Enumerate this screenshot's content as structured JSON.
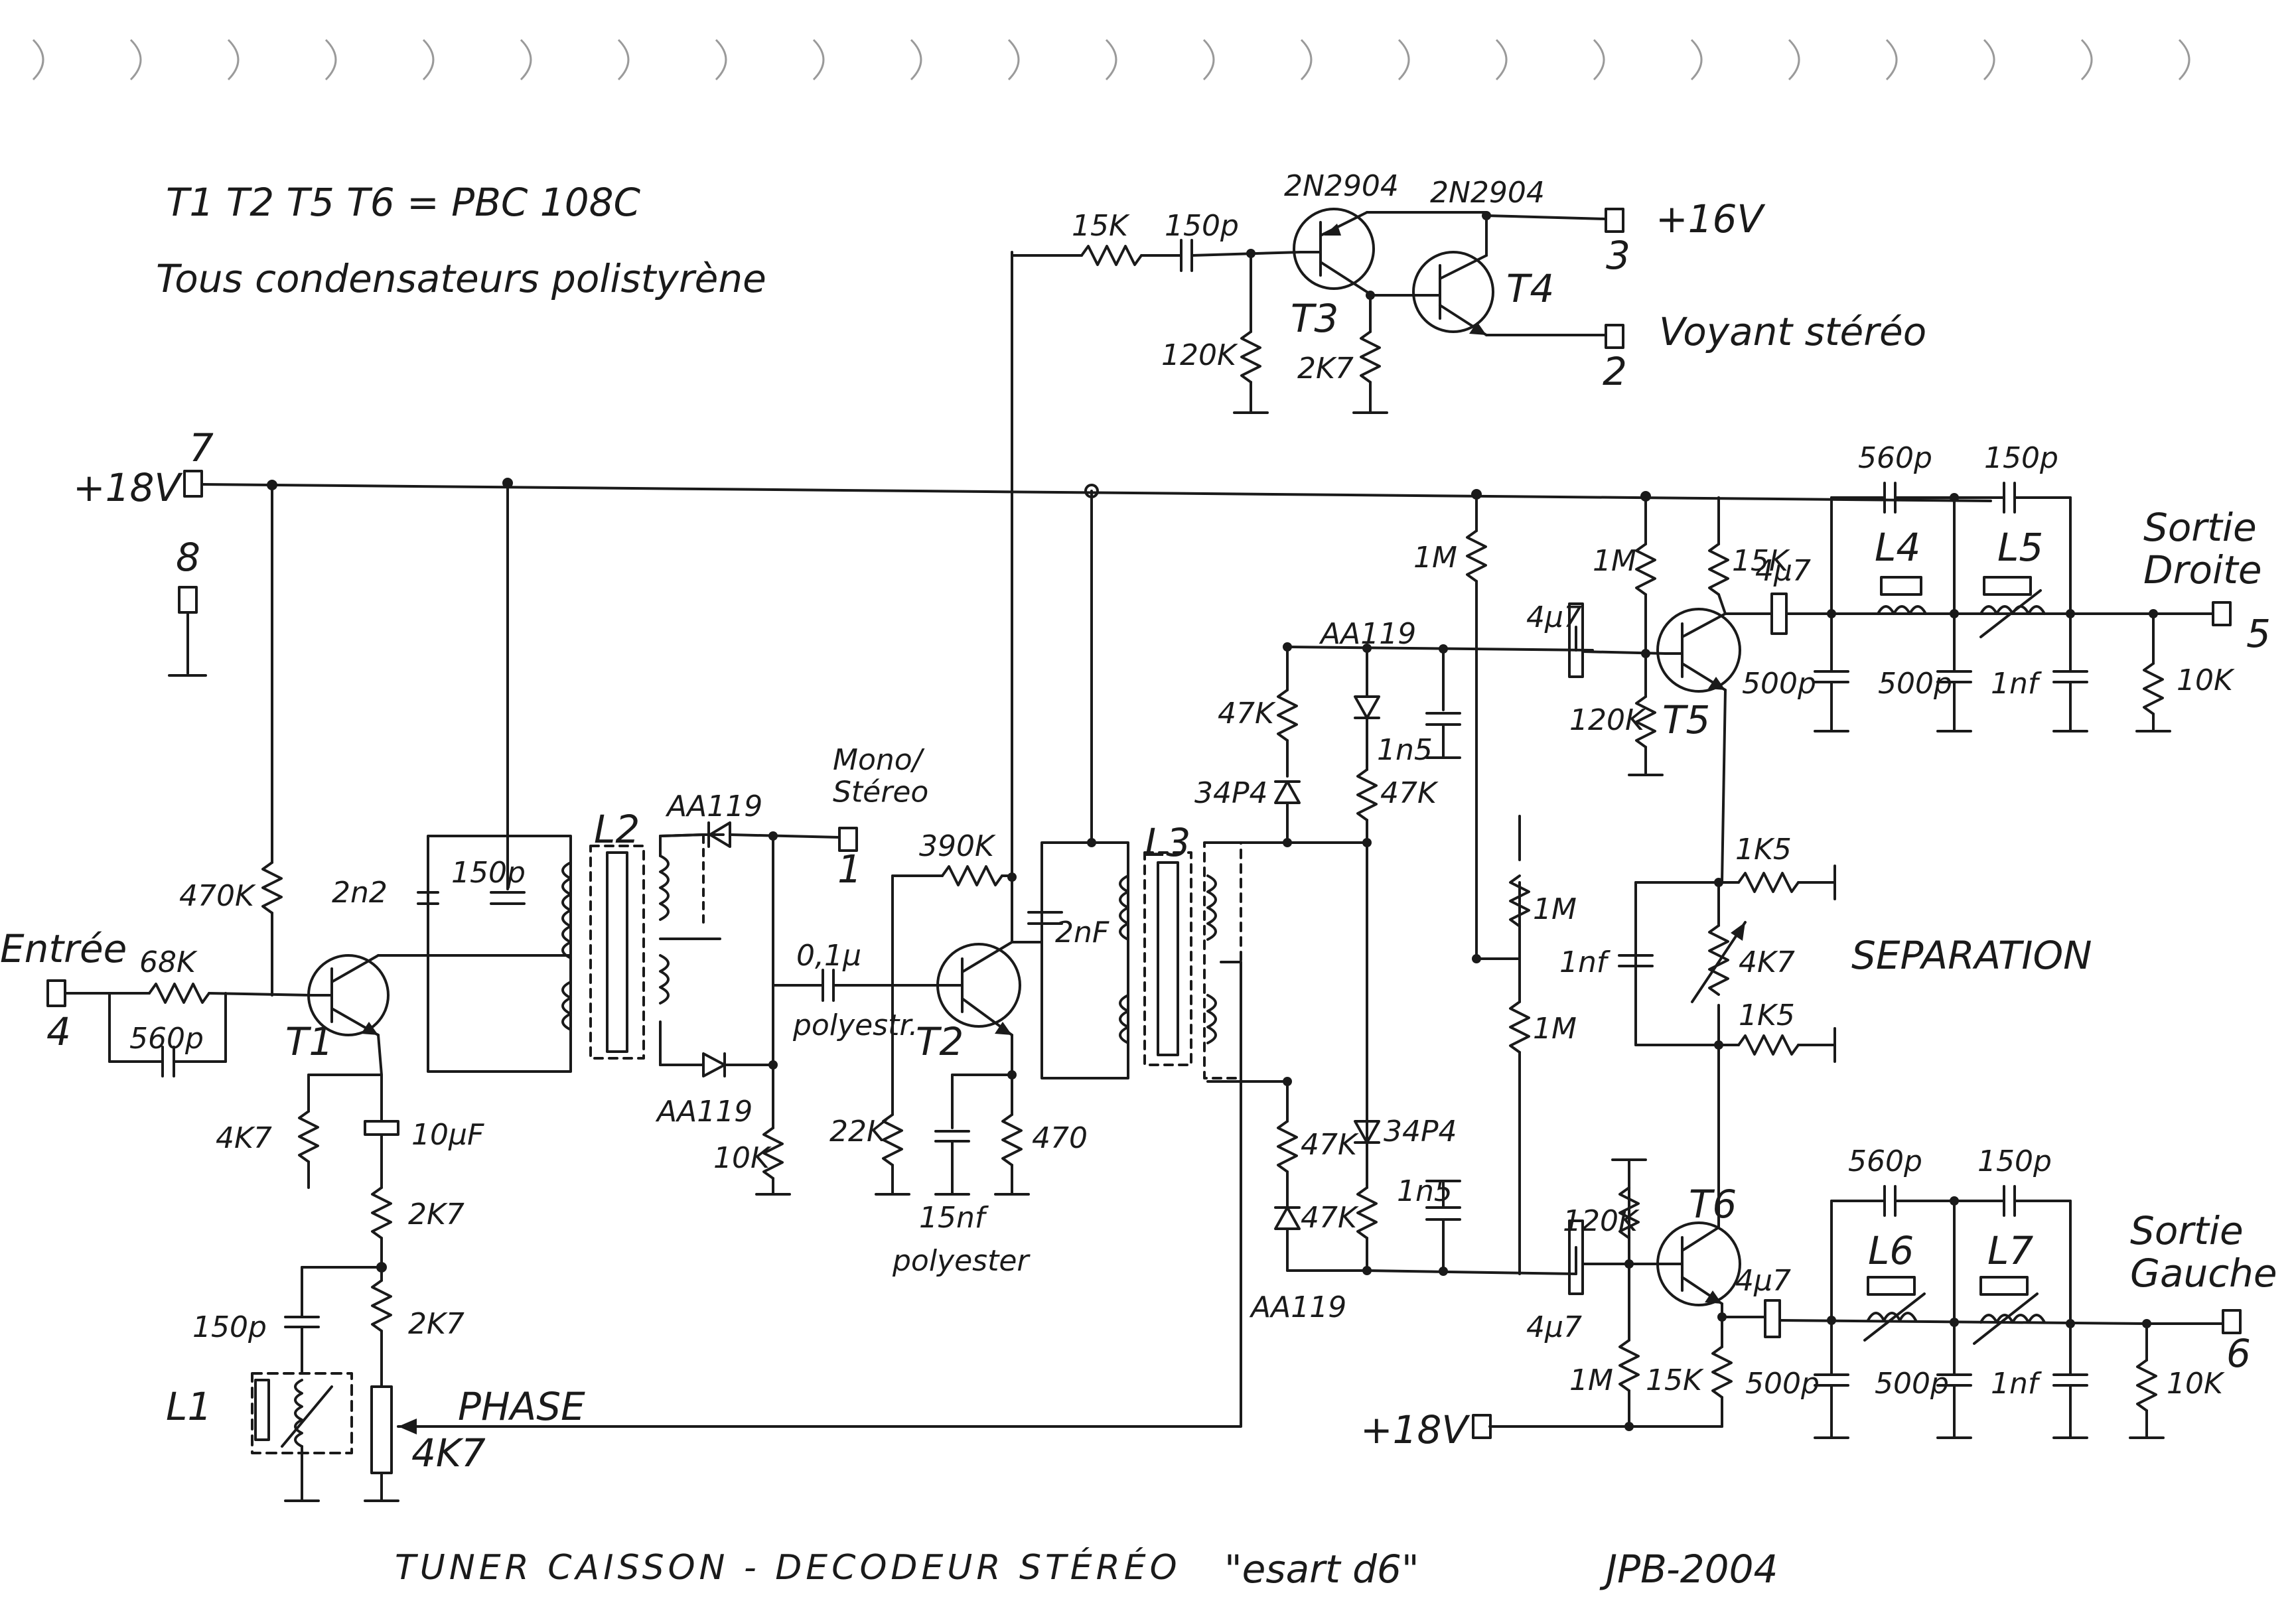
{
  "header": {
    "transistor_note": "T1 T2 T5 T6 = PBC 108C",
    "capacitor_note": "Tous condensateurs polistyrène"
  },
  "title": {
    "left": "TUNER CAISSON - DECODEUR STÉRÉO",
    "model": "\"esart d6\"",
    "author": "JPB-2004"
  },
  "terminals": {
    "t7": {
      "num": "7",
      "label": "+18V"
    },
    "t8": {
      "num": "8"
    },
    "t4": {
      "num": "4",
      "label": "Entrée"
    },
    "t1": {
      "num": "1",
      "label": "Mono/ Stéreo"
    },
    "t3": {
      "num": "3",
      "label": "+16V"
    },
    "t2": {
      "num": "2",
      "label": "Voyant stéréo"
    },
    "t5": {
      "num": "5",
      "label": "Sortie Droite"
    },
    "t6": {
      "num": "6",
      "label": "Sortie Gauche"
    },
    "t18b": {
      "label": "+18V"
    }
  },
  "transistors": {
    "T1": "T1",
    "T2": "T2",
    "T3": "T3",
    "T4": "T4",
    "T5": "T5",
    "T6": "T6",
    "T3_type": "2N2904",
    "T4_type": "2N2904"
  },
  "components": {
    "r68k": "68K",
    "c560p_in": "560p",
    "r470k": "470K",
    "c2n2": "2n2",
    "c150p_l2": "150p",
    "L2": "L2",
    "d_aa119_top": "AA119",
    "d_aa119_bot": "AA119",
    "r4k7_e": "4K7",
    "c10uf": "10µF",
    "r2k7_a": "2K7",
    "r2k7_b": "2K7",
    "c150p_l1": "150p",
    "L1": "L1",
    "phase": "PHASE",
    "pot4k7": "4K7",
    "c01u": "0,1µ",
    "polyestr": "polyestr.",
    "r390k": "390K",
    "r22k": "22K",
    "r10k_det": "10K",
    "c15nf": "15nf",
    "polyester": "polyester",
    "r470": "470",
    "c2nf": "2nF",
    "L3": "L3",
    "r15k_t3": "15K",
    "c150p_t3": "150p",
    "r120k_t3": "120K",
    "r2k7_t3": "2K7",
    "r47k_a": "47K",
    "d34p4_a": "34P4",
    "d_aa119_mid": "AA119",
    "c1n5_a": "1n5",
    "r47k_b": "47K",
    "r1m_a": "1M",
    "r1m_b": "1M",
    "r1m_c": "1M",
    "r47k_c": "47K",
    "d34p4_b": "34P4",
    "r47k_d": "47K",
    "c1n5_b": "1n5",
    "d_aa119_low": "AA119",
    "c4u7_t5in": "4µ7",
    "r1m_t5": "1M",
    "r15k_t5": "15K",
    "r120k_t5": "120K",
    "c4u7_t5out": "4µ7",
    "c500p_t5": "500p",
    "c560p_t5": "560p",
    "c150p_t5": "150p",
    "L4": "L4",
    "L5": "L5",
    "c500p_t5b": "500p",
    "c1nf_t5": "1nf",
    "r10k_t5": "10K",
    "r1k5_a": "1K5",
    "r1k5_b": "1K5",
    "c1nf_sep": "1nf",
    "pot4k7_sep": "4K7",
    "separation": "SEPARATION",
    "c4u7_t6in": "4µ7",
    "r120k_t6": "120K",
    "r1m_t6": "1M",
    "r15k_t6": "15K",
    "c4u7_t6out": "4µ7",
    "c500p_t6": "500p",
    "c560p_t6": "560p",
    "c150p_t6": "150p",
    "L6": "L6",
    "L7": "L7",
    "c500p_t6b": "500p",
    "c1nf_t6": "1nf",
    "r10k_t6": "10K"
  }
}
